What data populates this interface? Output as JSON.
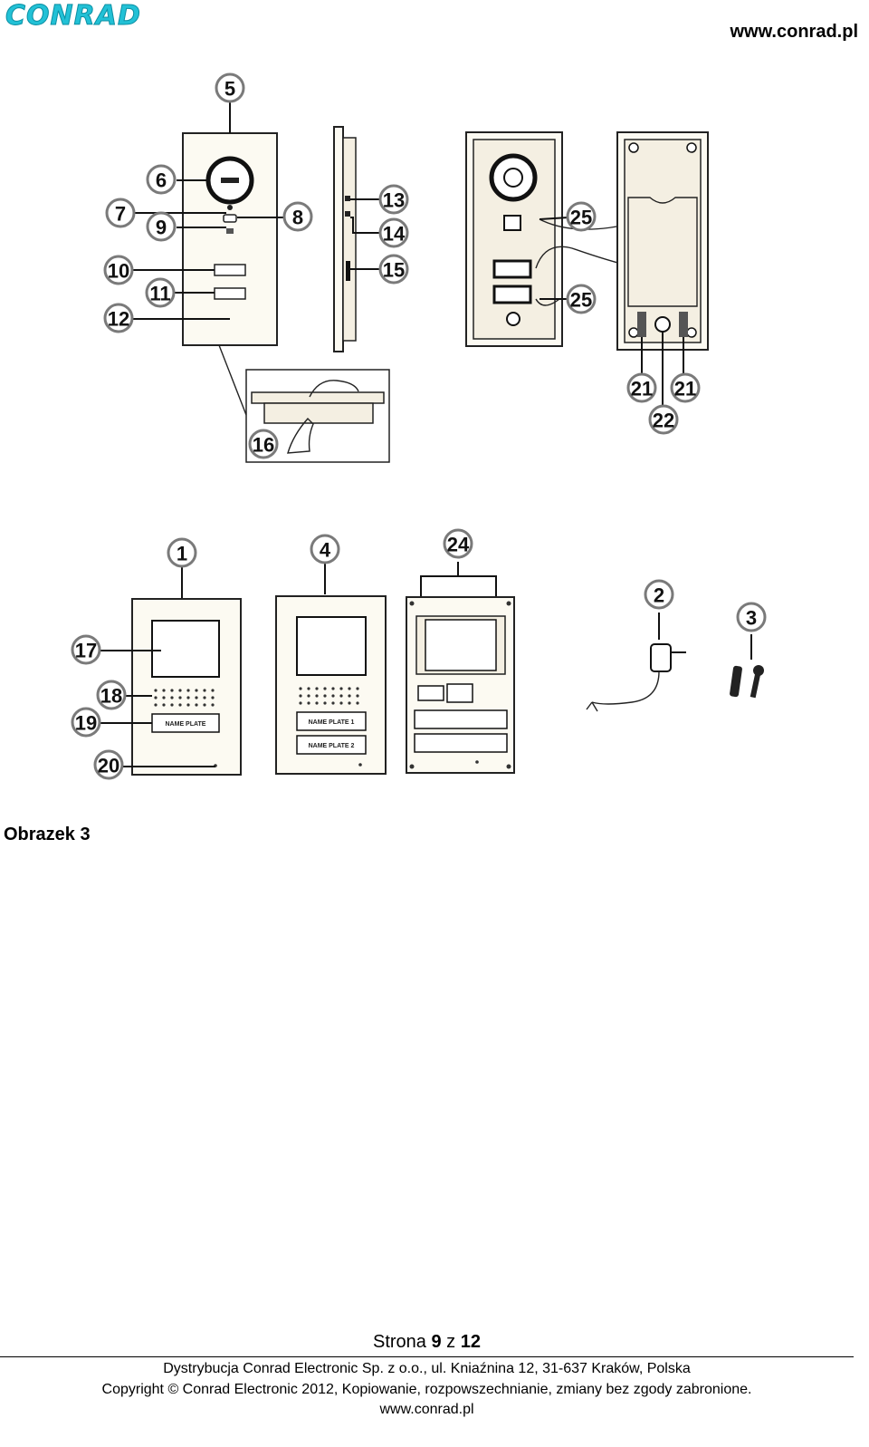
{
  "header": {
    "logo_text": "CONRAD",
    "website": "www.conrad.pl"
  },
  "figure": {
    "callouts": [
      "1",
      "2",
      "3",
      "4",
      "5",
      "6",
      "7",
      "8",
      "9",
      "10",
      "11",
      "12",
      "13",
      "14",
      "15",
      "16",
      "17",
      "18",
      "19",
      "20",
      "21",
      "21",
      "22",
      "24",
      "25",
      "25"
    ],
    "device_labels": {
      "name_plate": "NAME PLATE",
      "name_plate_1": "NAME PLATE 1",
      "name_plate_2": "NAME PLATE 2"
    }
  },
  "caption": "Obrazek 3",
  "footer": {
    "page_prefix": "Strona ",
    "page_current": "9",
    "page_sep": " z ",
    "page_total": "12",
    "distribution": "Dystrybucja Conrad Electronic Sp. z o.o., ul. Kniaźnina 12, 31-637 Kraków, Polska",
    "copyright": "Copyright © Conrad Electronic 2012, Kopiowanie, rozpowszechnianie, zmiany bez zgody zabronione.",
    "website": "www.conrad.pl"
  }
}
